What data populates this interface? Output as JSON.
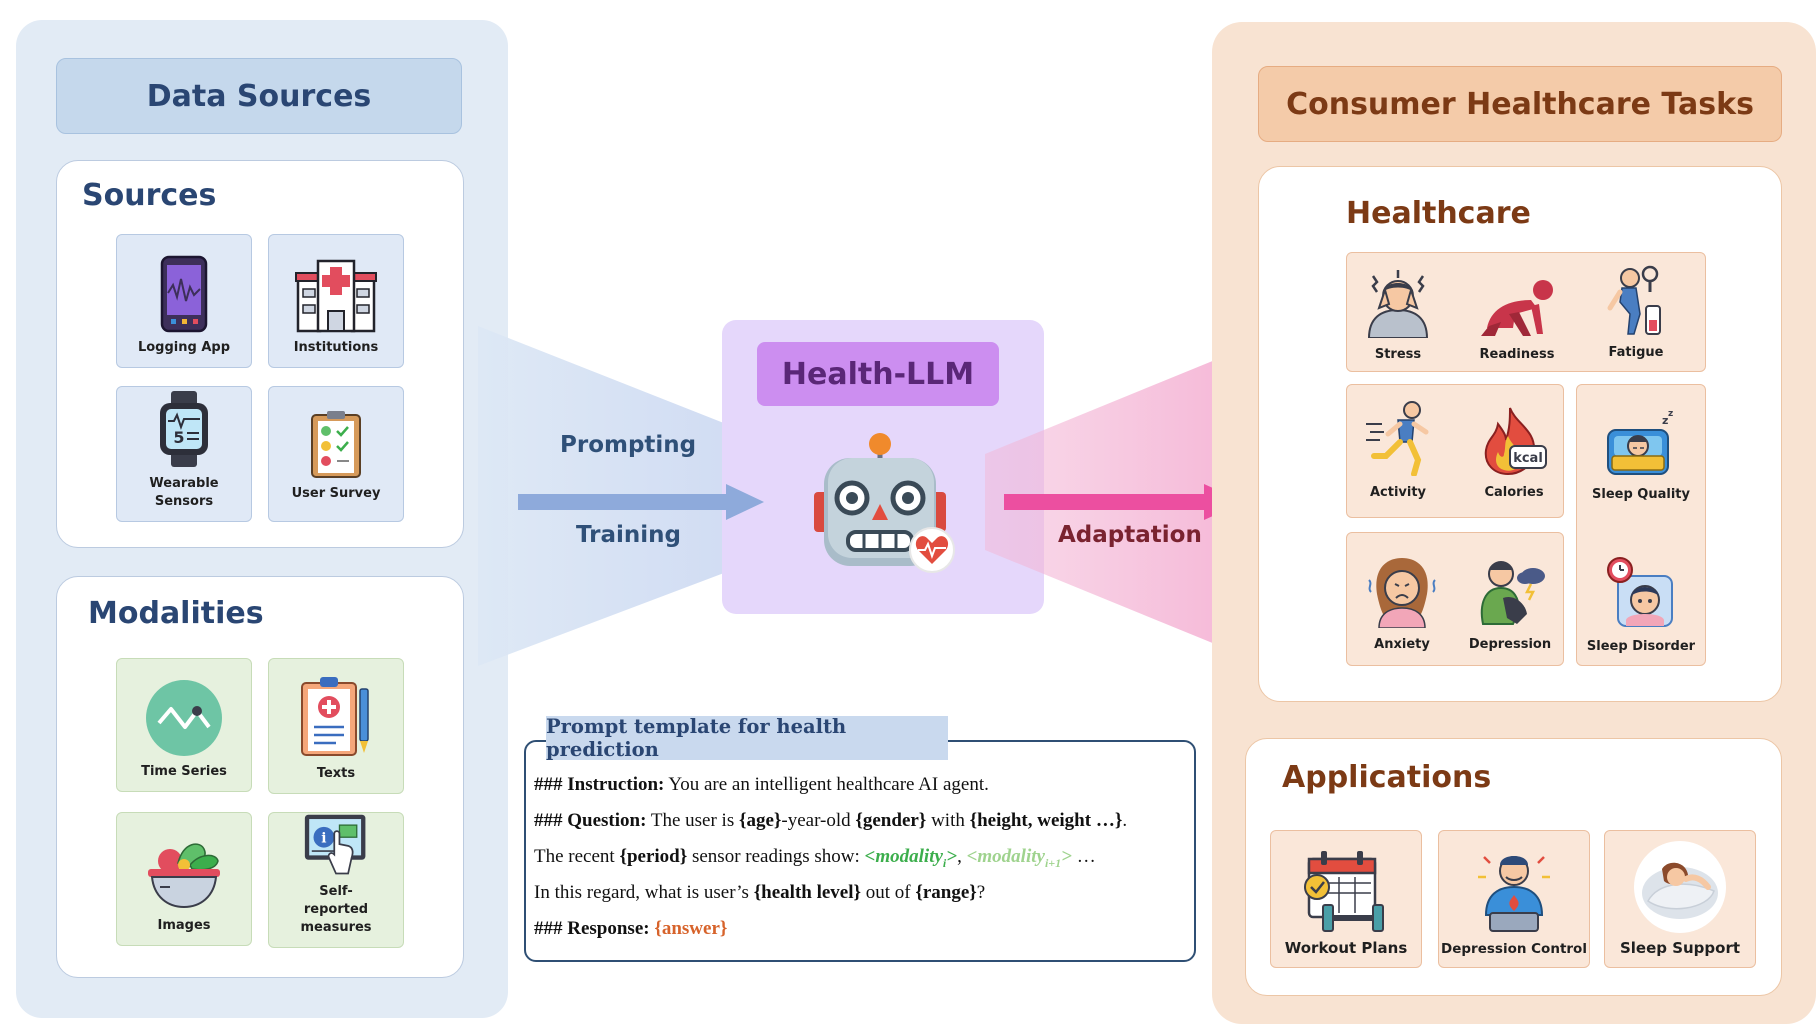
{
  "data_sources": {
    "header": "Data Sources",
    "sources": {
      "title": "Sources",
      "items": [
        {
          "label": "Logging App",
          "icon": "smartphone-icon"
        },
        {
          "label": "Institutions",
          "icon": "hospital-icon"
        },
        {
          "label": "Wearable Sensors",
          "icon": "smartwatch-icon"
        },
        {
          "label": "User Survey",
          "icon": "survey-clipboard-icon"
        }
      ]
    },
    "modalities": {
      "title": "Modalities",
      "items": [
        {
          "label": "Time Series",
          "icon": "time-series-icon"
        },
        {
          "label": "Texts",
          "icon": "medical-document-icon"
        },
        {
          "label": "Images",
          "icon": "food-bowl-icon"
        },
        {
          "label": "Self-reported measures",
          "icon": "touch-screen-icon"
        }
      ]
    }
  },
  "center": {
    "prompting_label": "Prompting",
    "training_label": "Training",
    "model_title": "Health-LLM",
    "adaptation_label": "Adaptation",
    "colors": {
      "left_arrow": "#8eaadb",
      "right_arrow": "#ec4fa0",
      "llm_box": "#e5d7fb",
      "llm_title": "#cc8ef0"
    }
  },
  "prompt": {
    "title": "Prompt template for health prediction",
    "line1": {
      "bold": "### Instruction:",
      "text": " You are an intelligent healthcare AI agent."
    },
    "line2": {
      "bold1": "### Question:",
      "t1": " The user is ",
      "age": "{age}",
      "t2": "-year-old ",
      "gender": "{gender}",
      "t3": " with ",
      "hw": "{height, weight …}",
      "t4": "."
    },
    "line3": {
      "t1": "The recent ",
      "period": "{period}",
      "t2": " sensor readings show: ",
      "mod_i": "<modality",
      "sub_i": "i",
      "close_i": ">",
      "comma": ", ",
      "mod_i1": "<modality",
      "sub_i1": "i+1",
      "close_i1": ">",
      "t3": " …"
    },
    "line4": {
      "t1": "In this regard, what is user’s ",
      "level": "{health level}",
      "t2": " out of ",
      "range": "{range}",
      "t3": "?"
    },
    "line5": {
      "bold": "### Response:",
      "space": " ",
      "answer": "{answer}"
    }
  },
  "tasks": {
    "header": "Consumer Healthcare Tasks",
    "healthcare": {
      "title": "Healthcare",
      "items": [
        {
          "label": "Stress",
          "icon": "stressed-person-icon"
        },
        {
          "label": "Readiness",
          "icon": "crouching-runner-icon"
        },
        {
          "label": "Fatigue",
          "icon": "tired-person-icon"
        },
        {
          "label": "Activity",
          "icon": "running-person-icon"
        },
        {
          "label": "Calories",
          "icon": "kcal-flame-icon"
        },
        {
          "label": "Sleep Quality",
          "icon": "sleeping-person-icon"
        },
        {
          "label": "Anxiety",
          "icon": "anxious-woman-icon"
        },
        {
          "label": "Depression",
          "icon": "depressed-person-icon"
        },
        {
          "label": "Sleep Disorder",
          "icon": "sleepless-person-icon"
        }
      ],
      "kcal_text": "kcal"
    },
    "applications": {
      "title": "Applications",
      "items": [
        {
          "label": "Workout Plans",
          "icon": "calendar-dumbbell-icon"
        },
        {
          "label": "Depression Control",
          "icon": "meditating-person-icon"
        },
        {
          "label": "Sleep Support",
          "icon": "sleeping-woman-icon"
        }
      ]
    }
  },
  "watch_display": "5"
}
